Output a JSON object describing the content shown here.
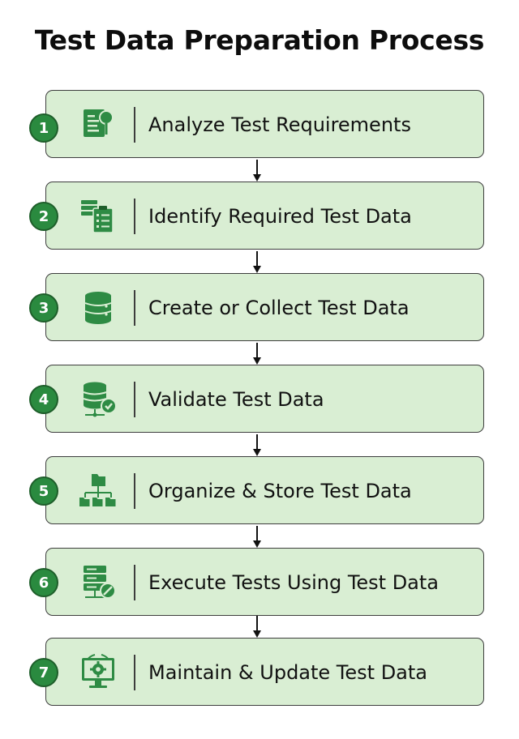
{
  "title": "Test Data Preparation Process",
  "colors": {
    "box_fill": "#d9eed3",
    "box_border": "#3d3d3d",
    "badge_fill": "#2a8a3f",
    "icon_green": "#2e8b44"
  },
  "steps": [
    {
      "number": "1",
      "label": "Analyze Test Requirements",
      "icon": "document-search-icon"
    },
    {
      "number": "2",
      "label": "Identify Required Test Data",
      "icon": "data-checklist-icon"
    },
    {
      "number": "3",
      "label": "Create or Collect Test Data",
      "icon": "database-icon"
    },
    {
      "number": "4",
      "label": "Validate Test Data",
      "icon": "database-check-icon"
    },
    {
      "number": "5",
      "label": "Organize & Store Test Data",
      "icon": "folder-hierarchy-icon"
    },
    {
      "number": "6",
      "label": "Execute Tests Using Test Data",
      "icon": "server-block-icon"
    },
    {
      "number": "7",
      "label": "Maintain & Update Test Data",
      "icon": "monitor-gear-icon"
    }
  ]
}
